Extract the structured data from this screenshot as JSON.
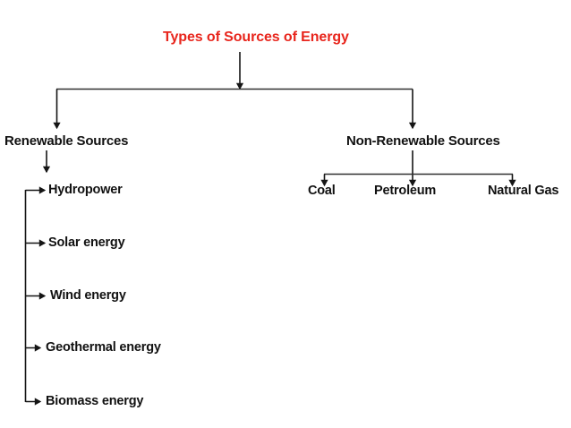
{
  "diagram": {
    "title": "Types of Sources of Energy",
    "title_color": "#e8251c",
    "text_color": "#111111",
    "background_color": "#ffffff",
    "branches": {
      "renewable": {
        "label": "Renewable Sources",
        "children": [
          {
            "label": "Hydropower"
          },
          {
            "label": "Solar energy"
          },
          {
            "label": "Wind energy"
          },
          {
            "label": "Geothermal energy"
          },
          {
            "label": "Biomass energy"
          }
        ]
      },
      "non_renewable": {
        "label": "Non-Renewable Sources",
        "children": [
          {
            "label": "Coal"
          },
          {
            "label": "Petroleum"
          },
          {
            "label": "Natural Gas"
          }
        ]
      }
    }
  }
}
